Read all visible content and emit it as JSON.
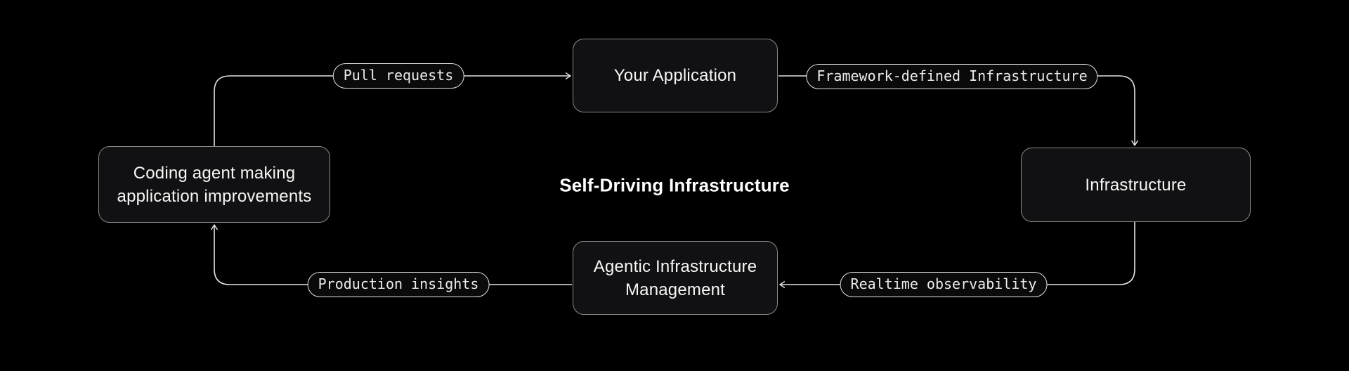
{
  "diagram": {
    "title": "Self-Driving Infrastructure",
    "nodes": [
      {
        "id": "your-application",
        "label": "Your Application"
      },
      {
        "id": "infrastructure",
        "label": "Infrastructure"
      },
      {
        "id": "agentic-infrastructure-management",
        "label": "Agentic Infrastructure Management"
      },
      {
        "id": "coding-agent",
        "label": "Coding agent making application improvements"
      }
    ],
    "edges": [
      {
        "from": "coding-agent",
        "to": "your-application",
        "label": "Pull requests"
      },
      {
        "from": "your-application",
        "to": "infrastructure",
        "label": "Framework-defined Infrastructure"
      },
      {
        "from": "infrastructure",
        "to": "agentic-infrastructure-management",
        "label": "Realtime observability"
      },
      {
        "from": "agentic-infrastructure-management",
        "to": "coding-agent",
        "label": "Production insights"
      }
    ],
    "colors": {
      "background": "#000000",
      "node_fill": "#111113",
      "node_border": "#8a8a8a",
      "wire": "#e3e3e3",
      "node_text": "#f7f7f7",
      "pill_text": "#ececec",
      "title_text": "#ffffff"
    }
  }
}
